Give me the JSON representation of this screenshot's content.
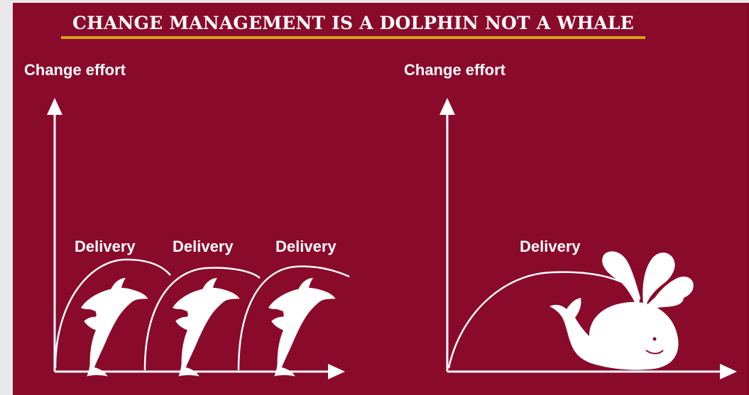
{
  "title": "CHANGE MANAGEMENT IS A DOLPHIN NOT A WHALE",
  "left_panel": {
    "y_axis_label": "Change effort",
    "delivery_labels": [
      "Delivery",
      "Delivery",
      "Delivery"
    ]
  },
  "right_panel": {
    "y_axis_label": "Change effort",
    "delivery_label": "Delivery"
  },
  "colors": {
    "background": "#8a0a2b",
    "foreground": "#ffffff",
    "underline": "#d4a017"
  },
  "icons": [
    "dolphin-icon",
    "whale-icon",
    "arrow-up-icon",
    "arrow-right-icon"
  ]
}
